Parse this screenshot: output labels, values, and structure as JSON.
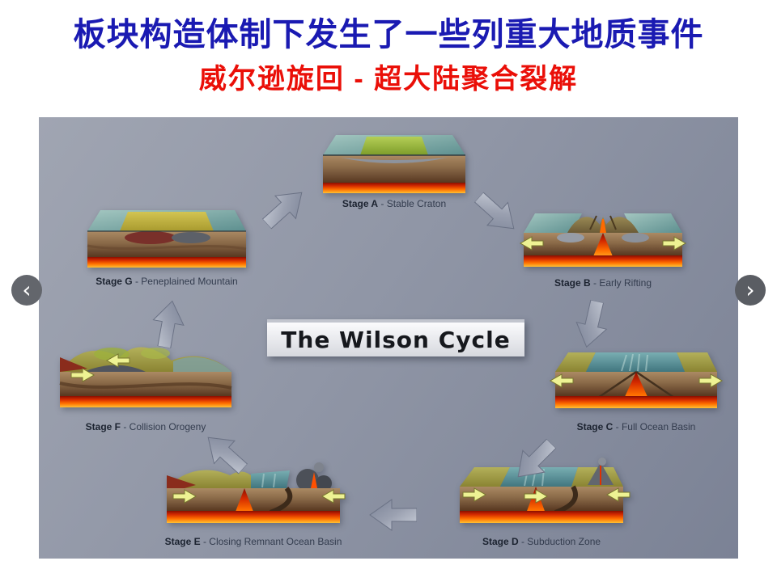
{
  "slide": {
    "title": "板块构造体制下发生了一些列重大地质事件",
    "subtitle": "威尔逊旋回 - 超大陆聚合裂解"
  },
  "carousel": {
    "prev_icon": "‹",
    "next_icon": "›"
  },
  "diagram": {
    "title": "The Wilson Cycle",
    "stages": [
      {
        "name": "Stage A",
        "desc": " - Stable Craton"
      },
      {
        "name": "Stage B",
        "desc": " - Early Rifting"
      },
      {
        "name": "Stage C",
        "desc": " - Full Ocean Basin"
      },
      {
        "name": "Stage D",
        "desc": " - Subduction Zone"
      },
      {
        "name": "Stage E",
        "desc": " - Closing Remnant Ocean Basin"
      },
      {
        "name": "Stage F",
        "desc": " - Collision Orogeny"
      },
      {
        "name": "Stage G",
        "desc": " - Peneplained Mountain"
      }
    ],
    "colors": {
      "title_blue": "#1a1ab2",
      "subtitle_red": "#ea0f08",
      "figure_background": "#8b91a2",
      "cycle_arrow_gray": "#9aa0b0",
      "plate_arrow_yellow": "#eef293",
      "magma_orange": "#ff7000"
    }
  }
}
